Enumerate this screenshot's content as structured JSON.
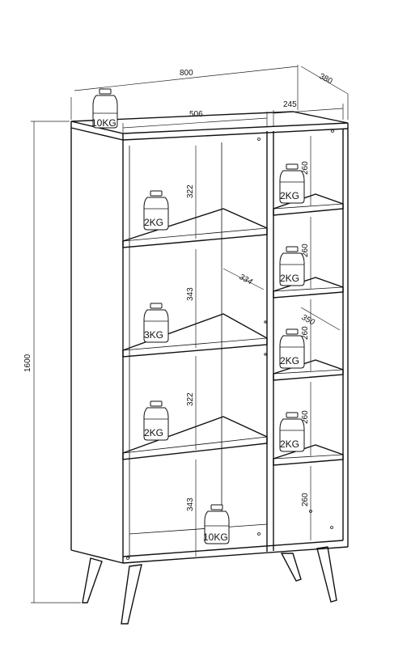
{
  "dimensions": {
    "width": "800",
    "depth": "380",
    "height": "1600",
    "left_inner_width": "506",
    "right_inner_width": "245",
    "left_shelf_depth": "334",
    "right_shelf_depth": "350",
    "left_comp_1": "322",
    "left_comp_2": "343",
    "left_comp_3": "322",
    "left_comp_4": "343",
    "right_comp_1": "260",
    "right_comp_2": "260",
    "right_comp_3": "260",
    "right_comp_4": "260",
    "right_comp_5": "260"
  },
  "loads": {
    "top": "10KG",
    "left_shelf_1": "2KG",
    "left_shelf_2": "3KG",
    "left_shelf_3": "2KG",
    "left_bottom": "10KG",
    "right_shelf_1": "2KG",
    "right_shelf_2": "2KG",
    "right_shelf_3": "2KG",
    "right_shelf_4": "2KG"
  }
}
